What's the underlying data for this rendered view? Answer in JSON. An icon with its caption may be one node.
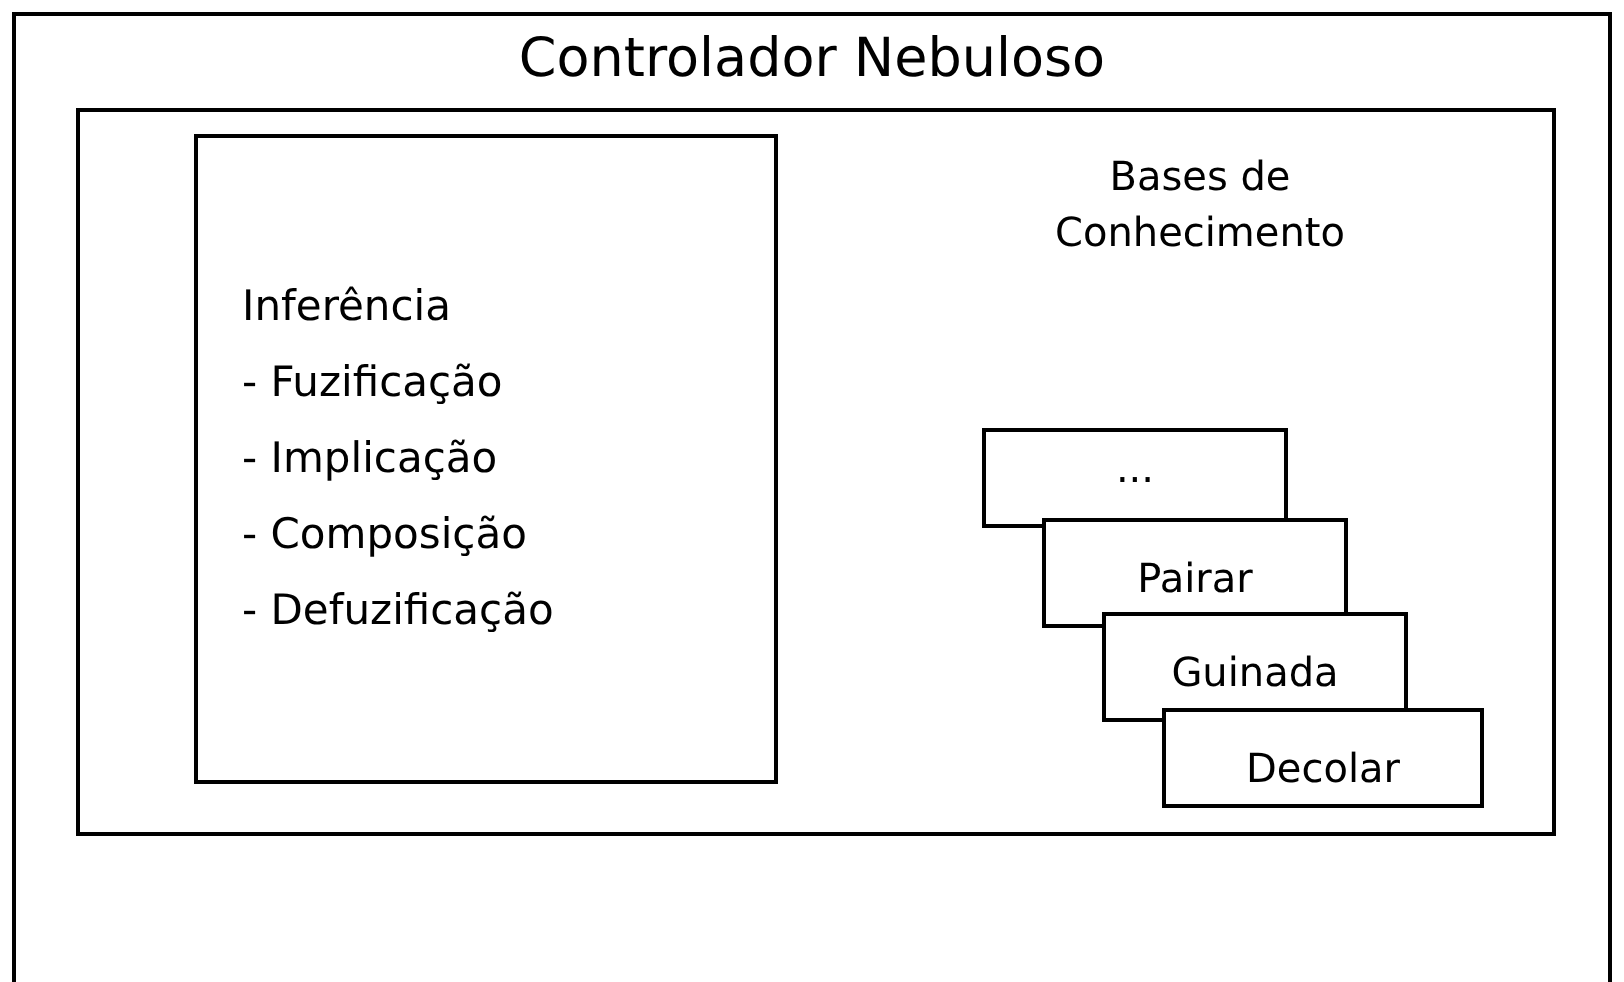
{
  "diagram": {
    "nodes": [
      {
        "text": [
          "Controlador Nebuloso"
        ]
      },
      {
        "text": [],
        "shape": "box",
        "in": 0
      },
      {
        "text": [
          "Inferência",
          "- Fuzificação",
          "- Implicação",
          "- Composição",
          "- Defuzificação"
        ],
        "in": 1
      },
      {
        "text": [
          "..."
        ],
        "in": 1
      },
      {
        "text": [
          "Pairar"
        ],
        "in": 1
      },
      {
        "text": [
          "Guinada"
        ],
        "in": 1
      },
      {
        "text": [
          "Decolar"
        ],
        "in": 1
      }
    ],
    "labels": [
      "Bases de Conhecimento"
    ]
  }
}
